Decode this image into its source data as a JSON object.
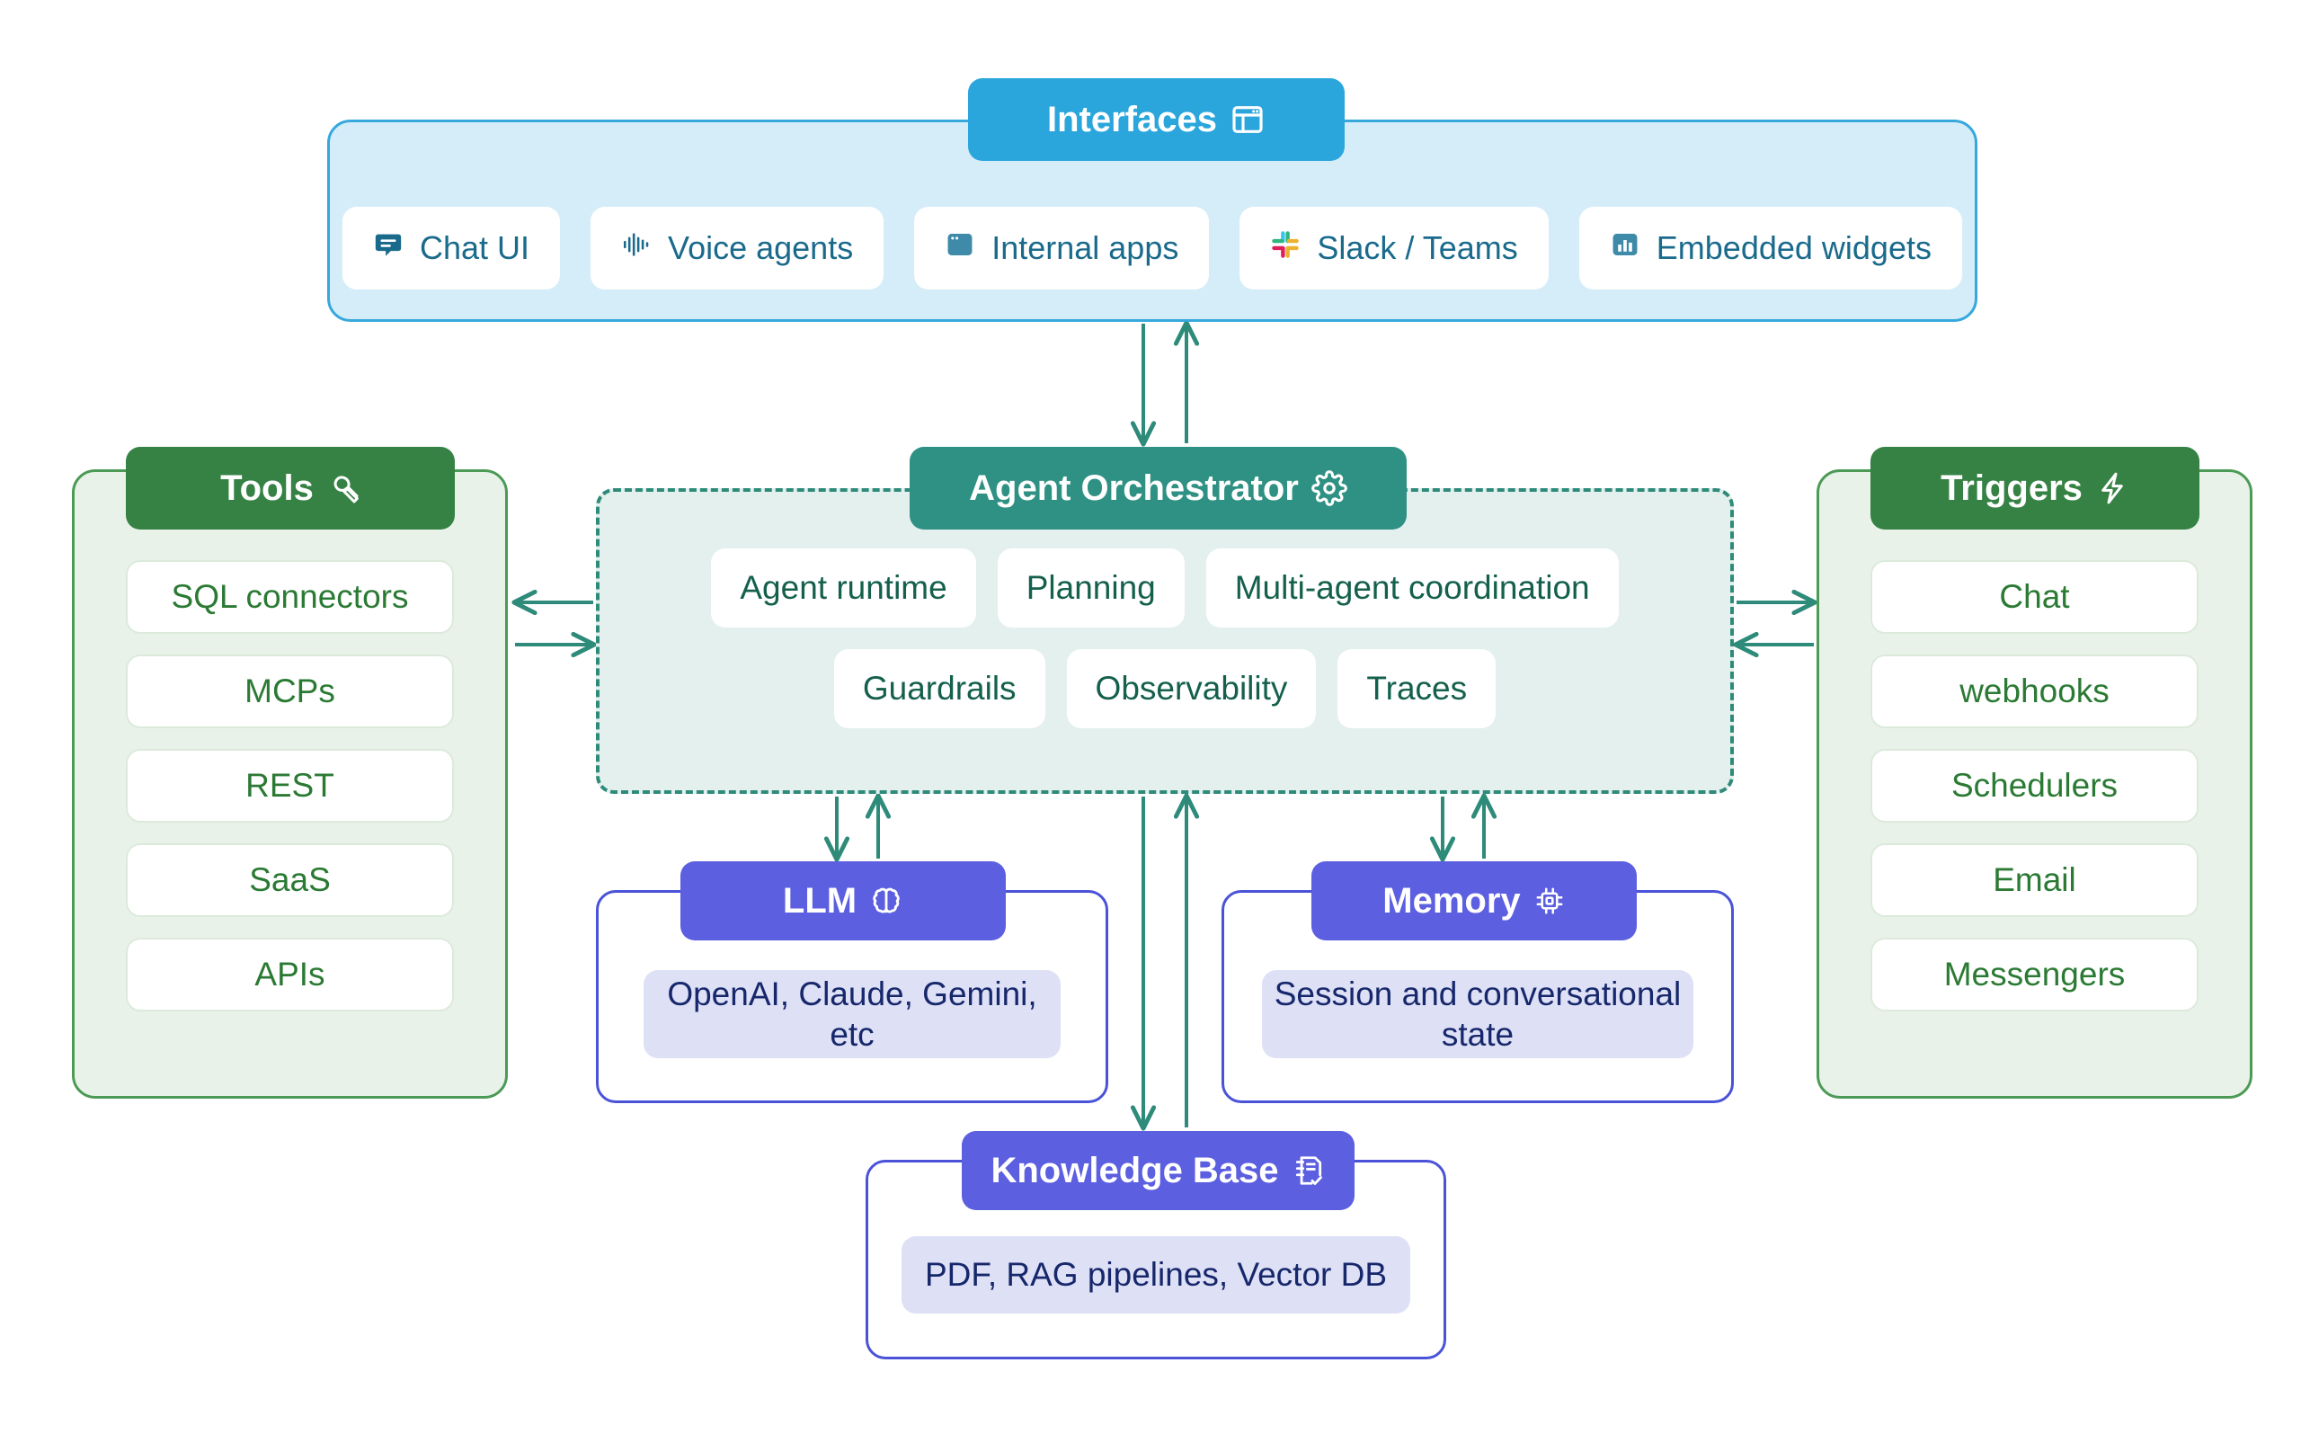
{
  "colors": {
    "interfaces_accent": "#2BA6DC",
    "interfaces_panel_bg": "#D5EDF9",
    "orchestrator_accent": "#2E9183",
    "orchestrator_panel_bg": "#E4F0EE",
    "side_accent": "#368244",
    "side_panel_bg": "#E9F2E9",
    "purple_accent": "#5B5FE0",
    "purple_inner_bg": "#DEE0F6",
    "arrow": "#2E8B7A"
  },
  "interfaces": {
    "title": "Interfaces",
    "icon": "window-layout-icon",
    "chips": [
      {
        "label": "Chat UI",
        "icon": "chat-bubble-icon"
      },
      {
        "label": "Voice agents",
        "icon": "waveform-icon"
      },
      {
        "label": "Internal apps",
        "icon": "app-window-icon"
      },
      {
        "label": "Slack / Teams",
        "icon": "slack-logo-icon"
      },
      {
        "label": "Embedded widgets",
        "icon": "bar-chart-icon"
      }
    ]
  },
  "orchestrator": {
    "title": "Agent Orchestrator",
    "icon": "gear-icon",
    "row1": [
      "Agent runtime",
      "Planning",
      "Multi-agent coordination"
    ],
    "row2": [
      "Guardrails",
      "Observability",
      "Traces"
    ]
  },
  "tools": {
    "title": "Tools",
    "icon": "wrench-icon",
    "items": [
      "SQL connectors",
      "MCPs",
      "REST",
      "SaaS",
      "APIs"
    ]
  },
  "triggers": {
    "title": "Triggers",
    "icon": "lightning-bolt-icon",
    "items": [
      "Chat",
      "webhooks",
      "Schedulers",
      "Email",
      "Messengers"
    ]
  },
  "llm": {
    "title": "LLM",
    "icon": "brain-icon",
    "detail": "OpenAI, Claude, Gemini, etc"
  },
  "memory": {
    "title": "Memory",
    "icon": "chip-icon",
    "detail": "Session and conversational state"
  },
  "knowledge_base": {
    "title": "Knowledge Base",
    "icon": "document-check-icon",
    "detail": "PDF, RAG pipelines, Vector DB"
  }
}
